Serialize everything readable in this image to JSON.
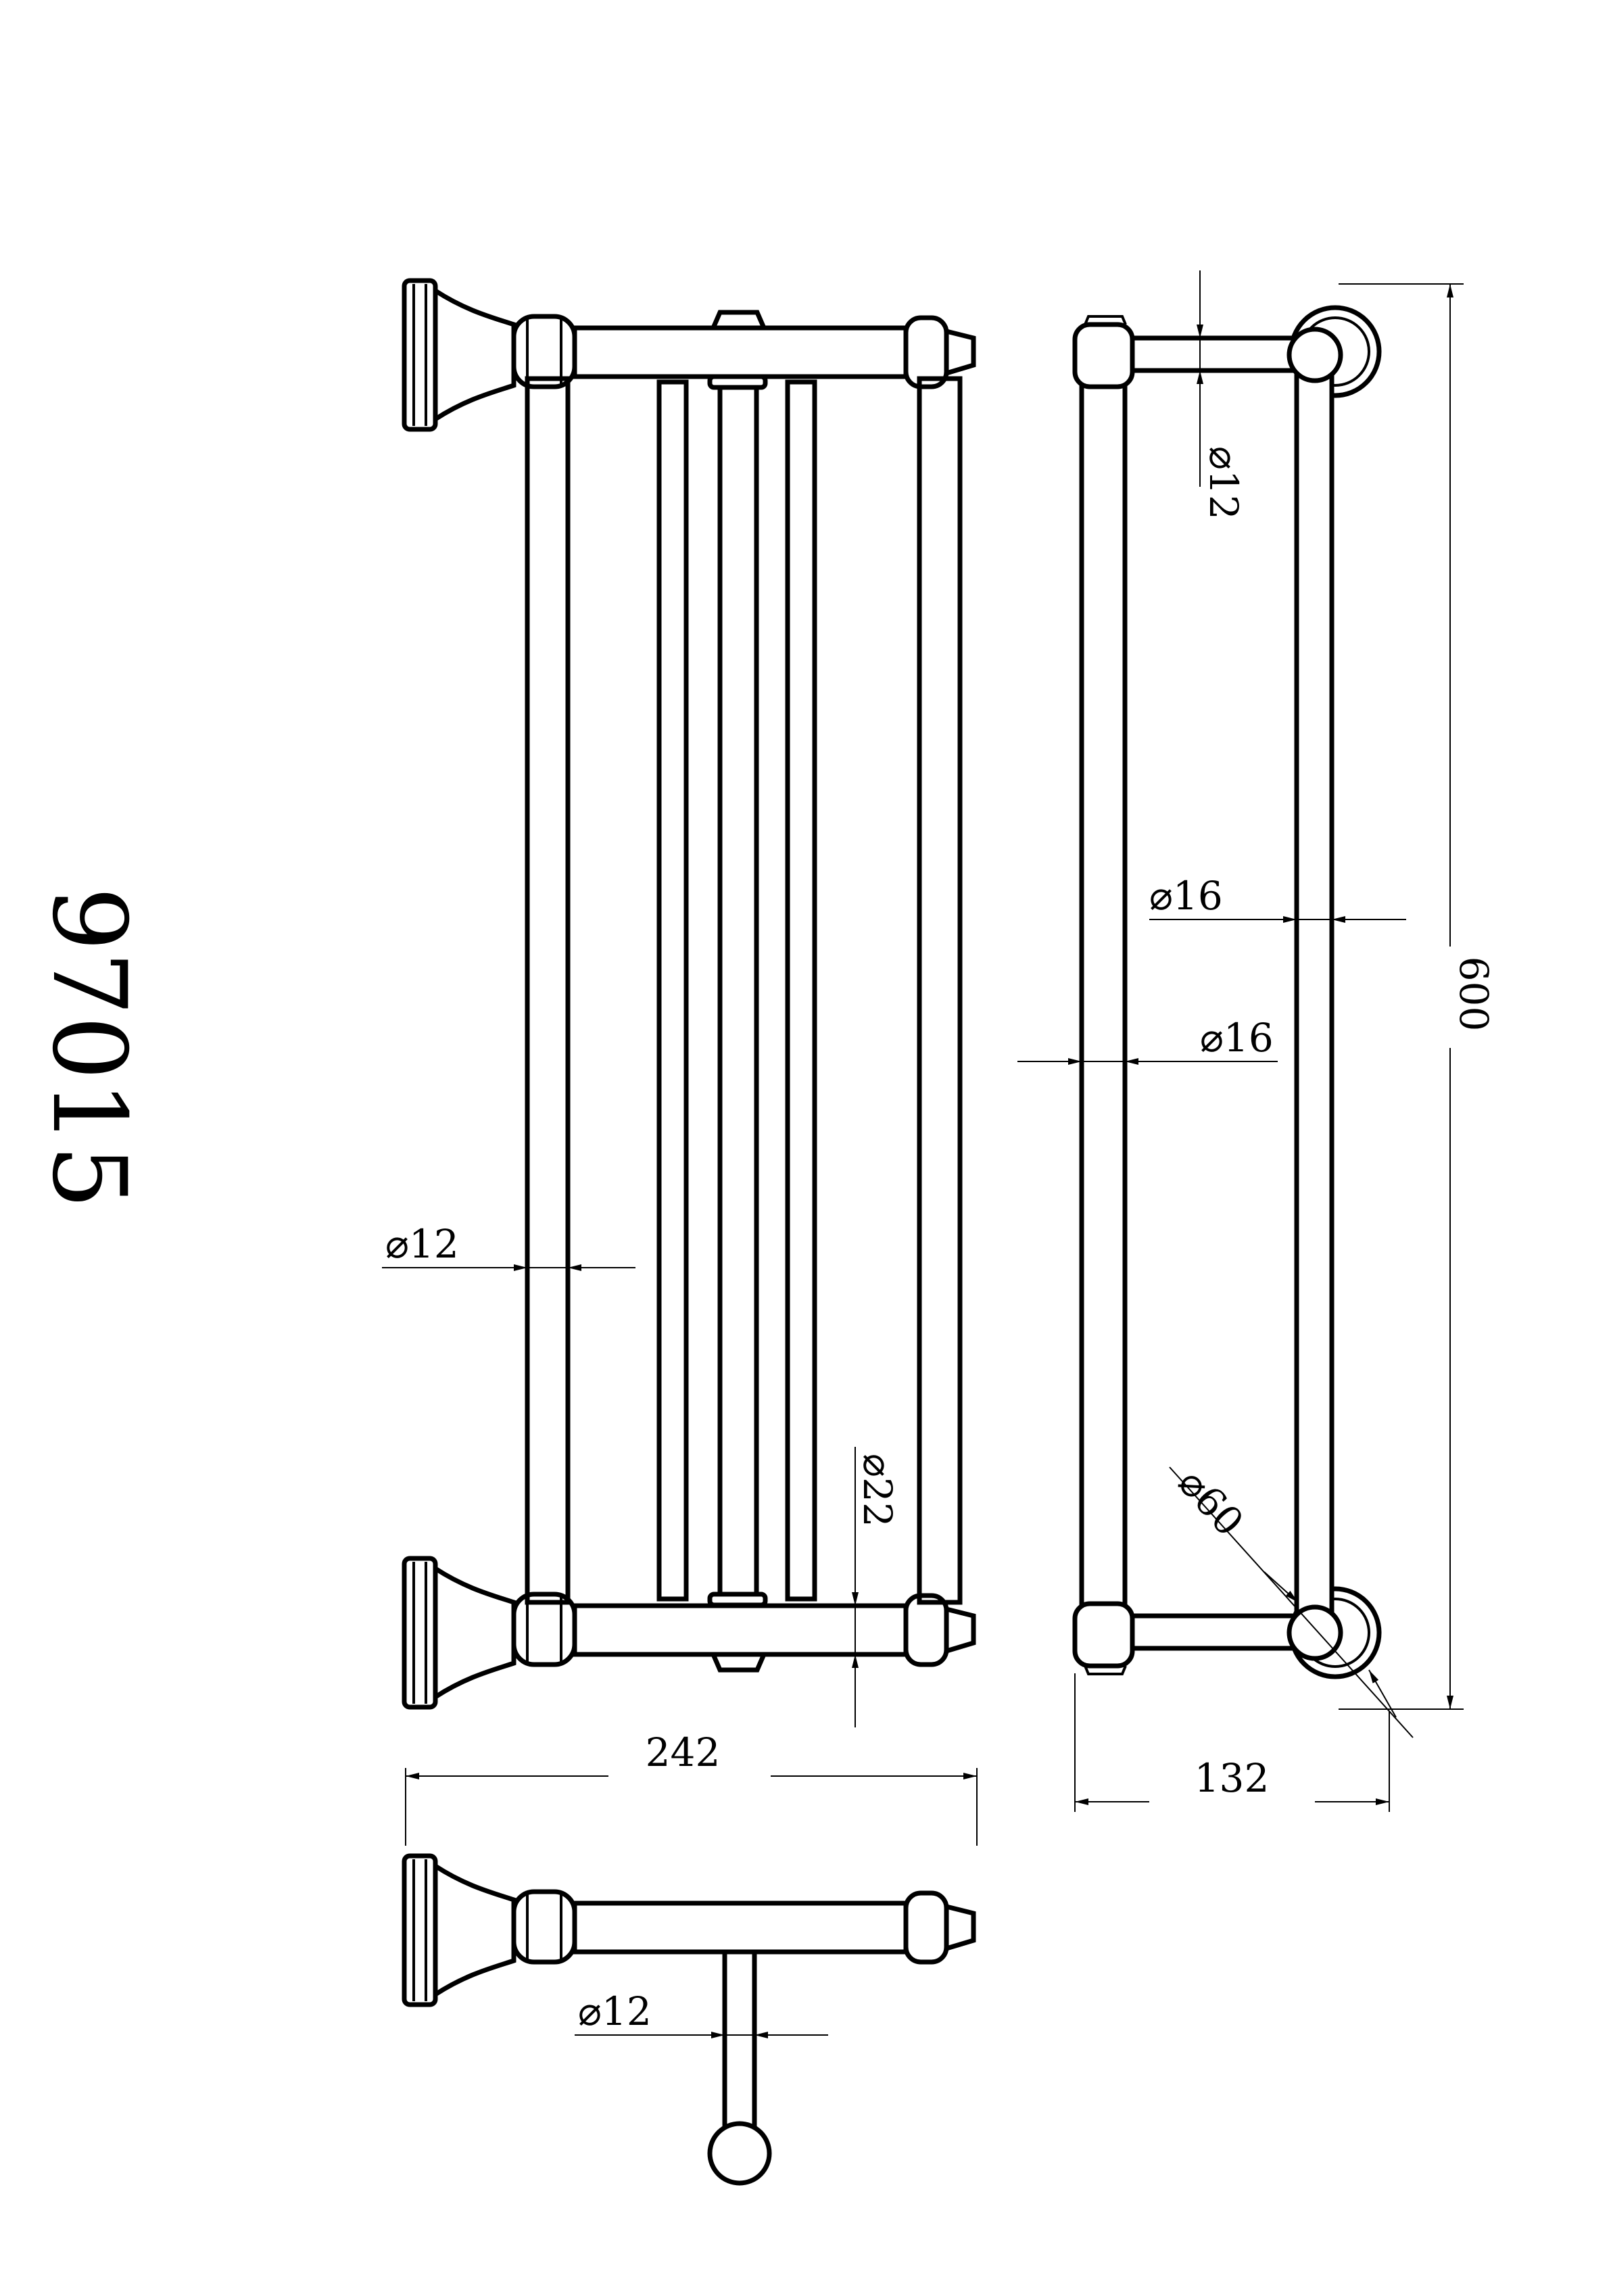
{
  "model_number": "97015",
  "dimensions": {
    "width_overall": "242",
    "depth_overall": "132",
    "height_overall": "600",
    "dia_bar_front": "⌀12",
    "dia_bracket_bar": "⌀22",
    "dia_side_arm": "⌀12",
    "dia_rail_upper": "⌀16",
    "dia_rail_lower": "⌀16",
    "dia_rosette": "⌀60",
    "dia_hook": "⌀12"
  }
}
